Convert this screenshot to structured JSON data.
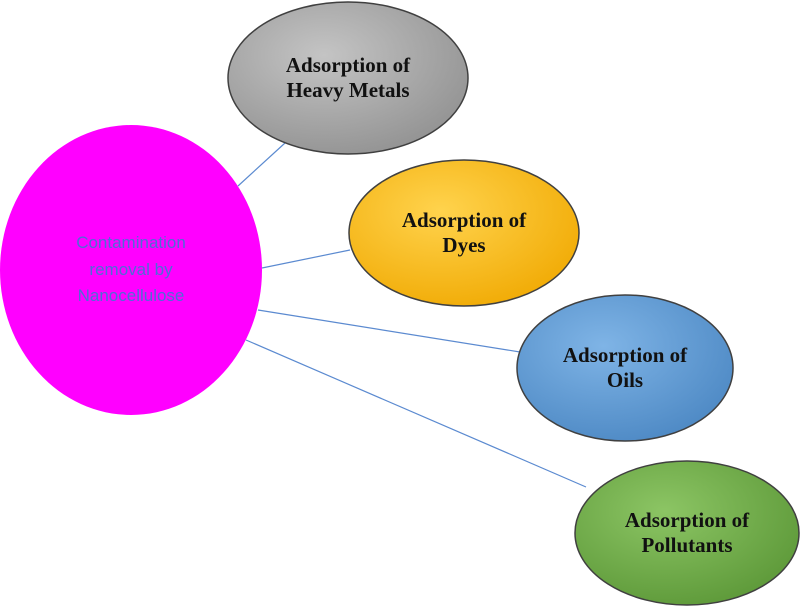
{
  "center": {
    "lines": [
      "Contamination",
      "removal by",
      "Nanocellulose"
    ],
    "fill": "#ff00ff",
    "text_color": "#4f6bd6"
  },
  "branches": [
    {
      "lines": [
        "Adsorption of",
        "Heavy Metals"
      ],
      "fill": "#a6a6a6"
    },
    {
      "lines": [
        "Adsorption of",
        "Dyes"
      ],
      "fill": "#ffc000"
    },
    {
      "lines": [
        "Adsorption of",
        "Oils"
      ],
      "fill": "#5b9bd5"
    },
    {
      "lines": [
        "Adsorption of",
        "Pollutants"
      ],
      "fill": "#70ad47"
    }
  ],
  "connector_color": "#5b8ad0"
}
